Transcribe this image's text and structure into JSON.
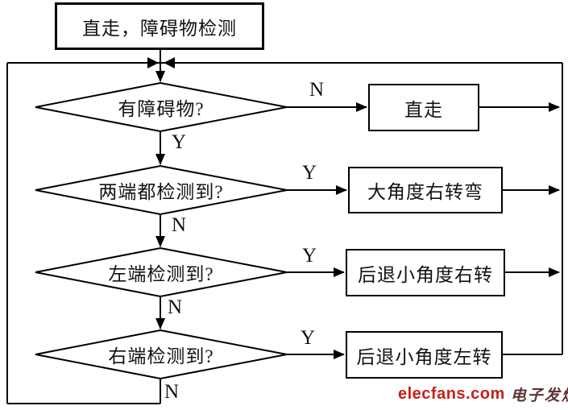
{
  "diagram": {
    "start_label": "直走，障碍物检测",
    "decisions": [
      {
        "label": "有障碍物?",
        "branch_right": "N",
        "branch_down": "Y",
        "action": "直走"
      },
      {
        "label": "两端都检测到?",
        "branch_right": "Y",
        "branch_down": "N",
        "action": "大角度右转弯"
      },
      {
        "label": "左端检测到?",
        "branch_right": "Y",
        "branch_down": "N",
        "action": "后退小角度右转"
      },
      {
        "label": "右端检测到?",
        "branch_right": "Y",
        "branch_down": "N",
        "action": "后退小角度左转"
      }
    ]
  },
  "watermark": {
    "brand": "elecfans.com",
    "site_name": "电子发烧友"
  },
  "colors": {
    "line": "#000000",
    "background": "#ffffff",
    "brand_red": "#c8201a",
    "site_dark_red": "#5e3434"
  }
}
